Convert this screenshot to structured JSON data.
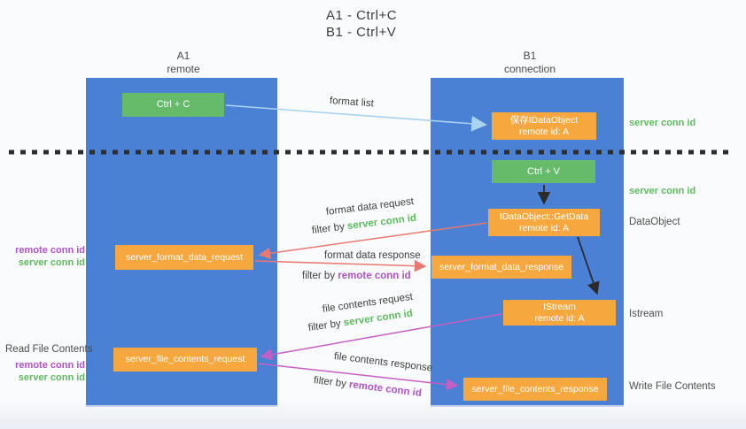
{
  "title": {
    "line1": "A1 - Ctrl+C",
    "line2": "B1 - Ctrl+V"
  },
  "lifelines": {
    "left": {
      "name": "A1",
      "role": "remote"
    },
    "right": {
      "name": "B1",
      "role": "connection"
    }
  },
  "boxes": {
    "ctrl_c": "Ctrl + C",
    "ctrl_v": "Ctrl + V",
    "save_idataobject": {
      "title": "保存IDataObject",
      "subtitle": "remote id: A"
    },
    "idataobject_getdata": {
      "title": "IDataObject::GetData",
      "subtitle": "remote id: A"
    },
    "istream": {
      "title": "IStream",
      "subtitle": "remote id: A"
    },
    "server_format_data_request": "server_format_data_request",
    "server_format_data_response": "server_format_data_response",
    "server_file_contents_request": "server_file_contents_request",
    "server_file_contents_response": "server_file_contents_response"
  },
  "arrow_labels": {
    "format_list": "format list",
    "format_data_request": "format data request",
    "format_data_response": "format data response",
    "file_contents_request": "file contents request",
    "file_contents_response": "file contents response",
    "filter_by": "filter by",
    "server_conn_id": "server conn id",
    "remote_conn_id": "remote conn id"
  },
  "side_labels": {
    "left": {
      "remote_conn_id": "remote conn id",
      "server_conn_id": "server conn id",
      "read_file_contents": "Read File Contents"
    },
    "right": {
      "server_conn_id": "server conn id",
      "dataobject": "DataObject",
      "istream": "Istream",
      "write_file_contents": "Write File Contents"
    }
  },
  "colors": {
    "lifeline_fill": "#4a81d4",
    "action_green": "#66bb6a",
    "message_orange": "#f6a83f",
    "arrow_lightblue": "#a9d3ef",
    "arrow_salmon": "#e87870",
    "arrow_magenta": "#c45fc4",
    "arrow_black": "#2b2b2b",
    "conn_green": "#5fba5f",
    "conn_purple": "#af52c5"
  }
}
